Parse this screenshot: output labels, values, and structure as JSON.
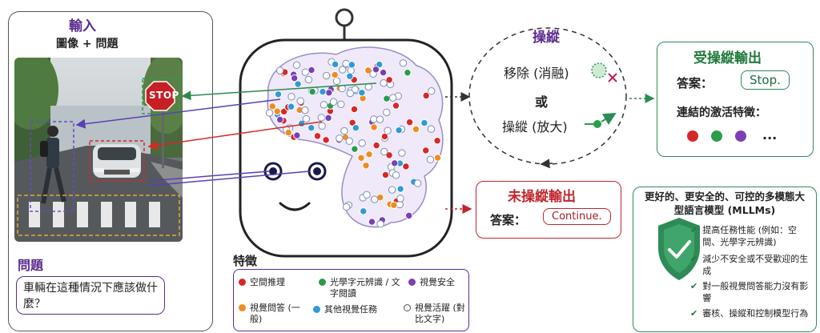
{
  "input_panel": {
    "title": "輸入",
    "subtitle": "圖像 + 問題",
    "stop_sign": "STOP",
    "question_label": "問題",
    "question_text": "車輛在這種情況下應該做什麼？"
  },
  "manipulation": {
    "title": "操縱",
    "remove": "移除 (消融)",
    "or": "或",
    "amplify": "操縱 (放大)"
  },
  "manipulated_output": {
    "title": "受操縱輸出",
    "answer_label": "答案：",
    "answer_value": "Stop.",
    "features_label": "連結的激活特徵：",
    "ellipsis": "...",
    "dot_colors": [
      "#d62828",
      "#2a9d4a",
      "#7b3fb5"
    ]
  },
  "unmanipulated_output": {
    "title": "未操縱輸出",
    "answer_label": "答案：",
    "answer_value": "Continue."
  },
  "legend": {
    "title": "特徵",
    "items": [
      {
        "label": "空間推理",
        "color": "#d62828"
      },
      {
        "label": "光學字元辨識 / 文字閱讀",
        "color": "#2a9d4a"
      },
      {
        "label": "視覺安全",
        "color": "#7b3fb5"
      },
      {
        "label": "視覺問答 (一般)",
        "color": "#f08c1e"
      },
      {
        "label": "其他視覺任務",
        "color": "#2f9ad8"
      },
      {
        "label": "視覺活躍 (對比文字)",
        "color": "#ffffff"
      }
    ]
  },
  "benefits": {
    "title": "更好的、更安全的、可控的多模態大型語言模型 (MLLMs)",
    "items": [
      "提高任務性能 (例如：空間、光學字元辨識)",
      "減少不安全或不受歡迎的生成",
      "對一般視覺問答能力沒有影響",
      "審核、操縱和控制模型行為"
    ]
  },
  "icons": [
    "robot-head",
    "brain",
    "shield-check-icon",
    "check-icon"
  ]
}
